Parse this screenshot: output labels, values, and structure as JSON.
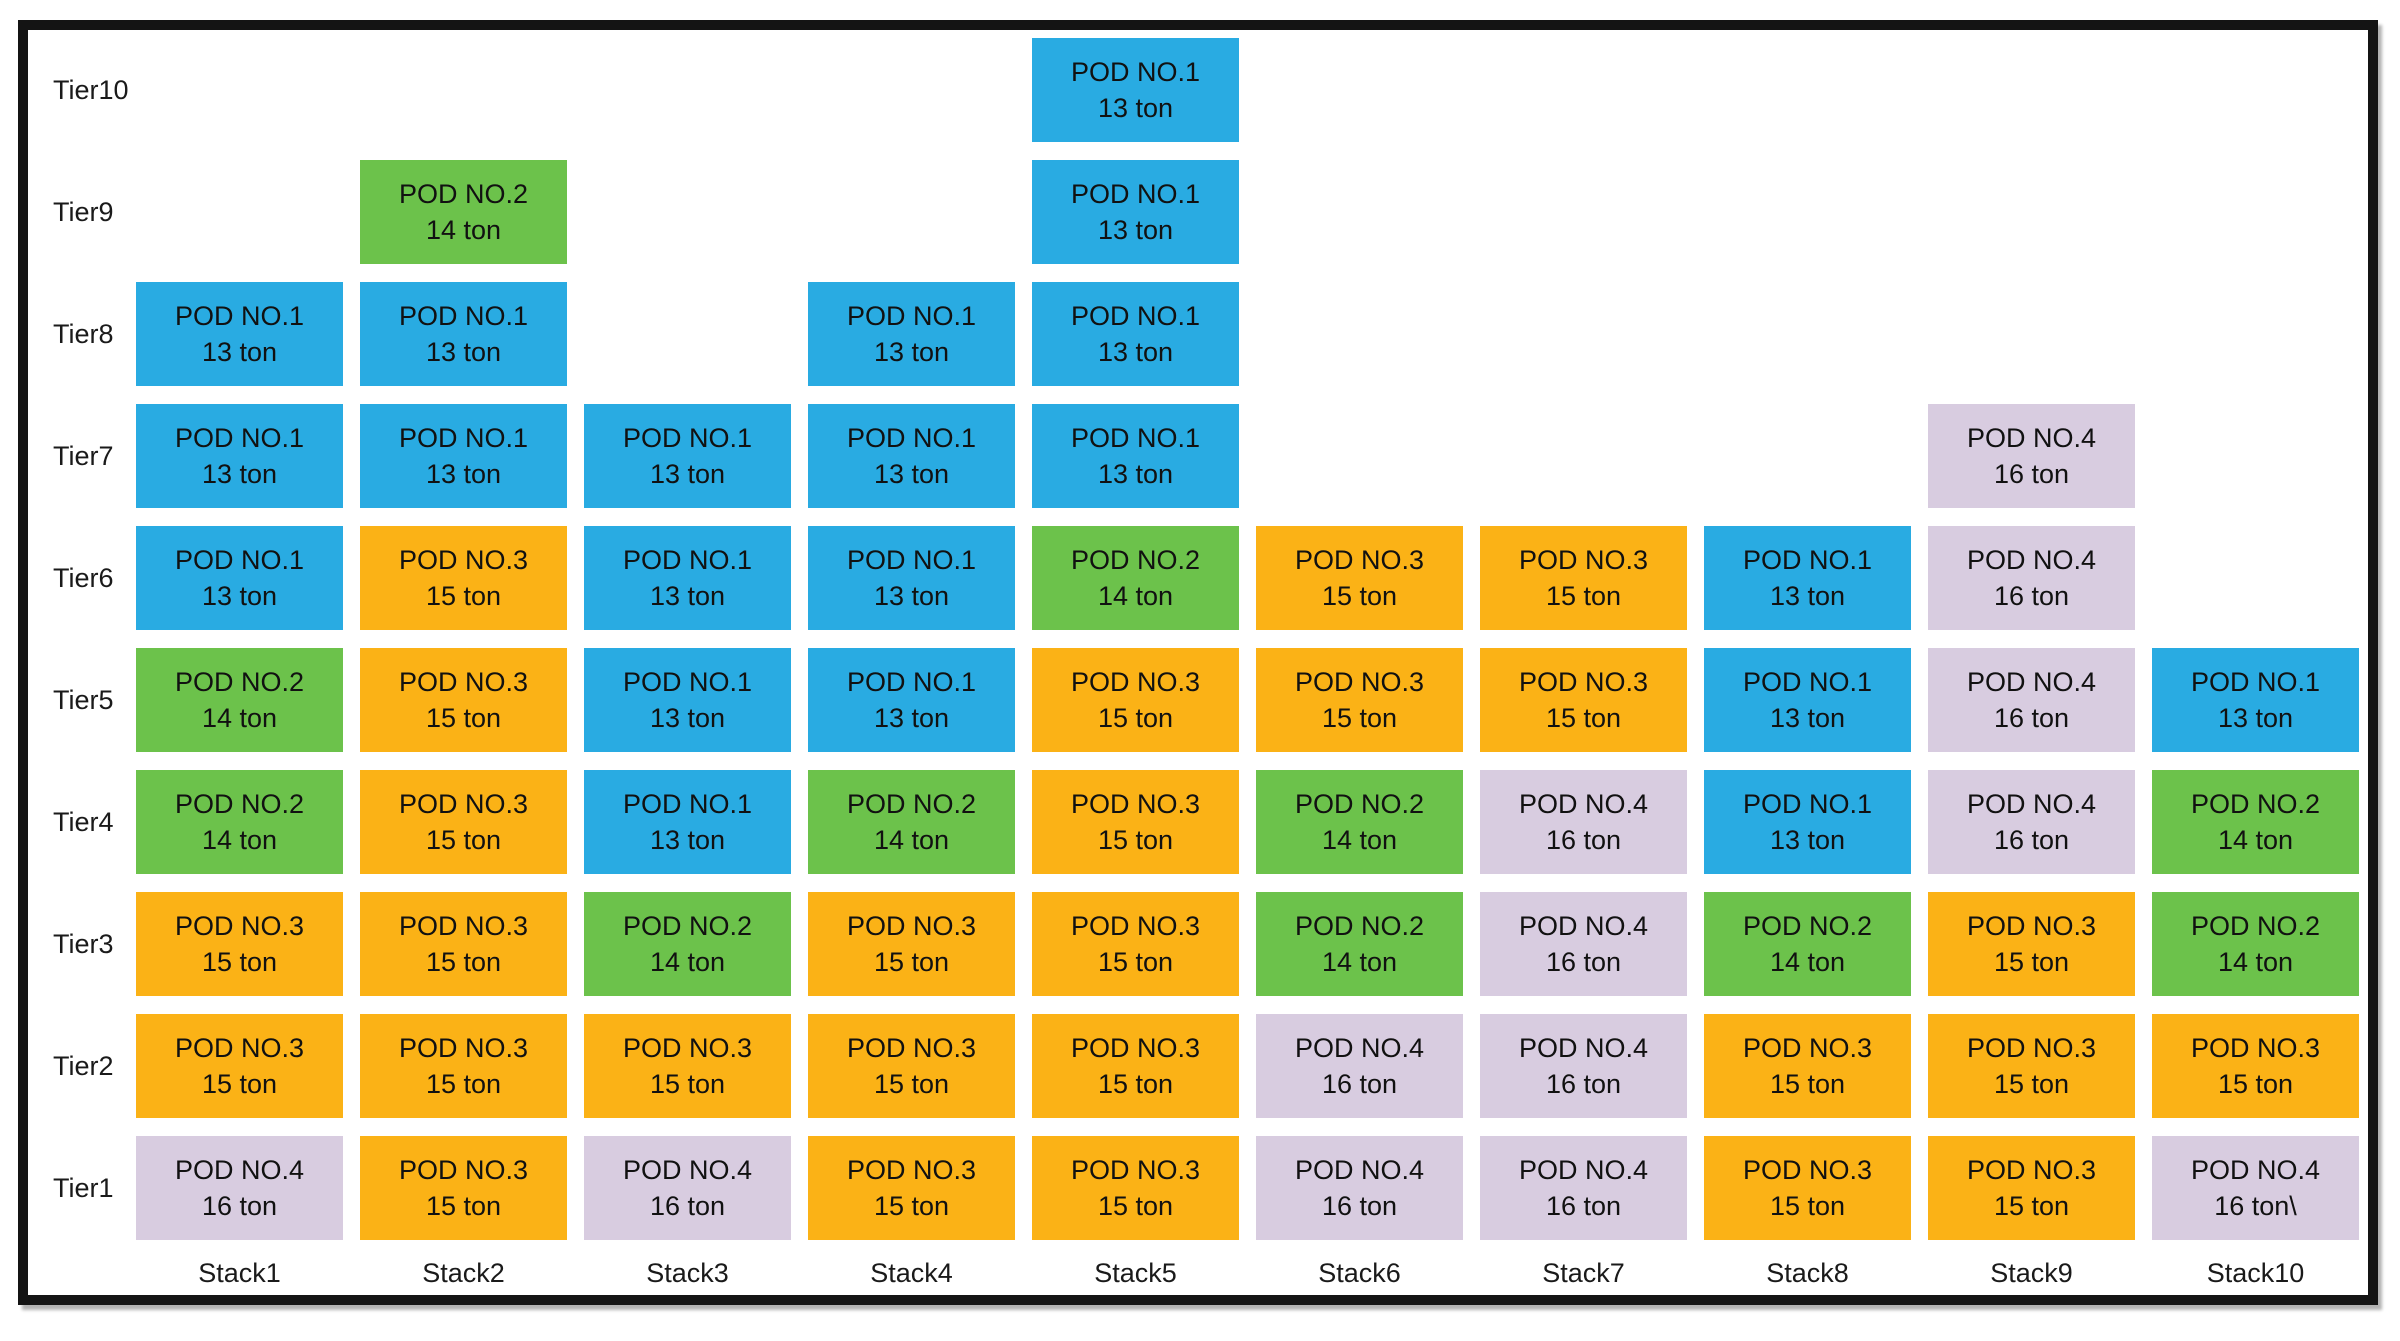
{
  "diagram": {
    "title": "pod-stacking-plan",
    "frame": {
      "border_color": "#141414",
      "background": "#ffffff"
    },
    "text_color": "#1a1a1a",
    "tier_labels": [
      "Tier10",
      "Tier9",
      "Tier8",
      "Tier7",
      "Tier6",
      "Tier5",
      "Tier4",
      "Tier3",
      "Tier2",
      "Tier1"
    ],
    "stack_labels": [
      "Stack1",
      "Stack2",
      "Stack3",
      "Stack4",
      "Stack5",
      "Stack6",
      "Stack7",
      "Stack8",
      "Stack9",
      "Stack10"
    ],
    "pod_types": {
      "p1": {
        "name": "POD NO.1",
        "weight": "13 ton",
        "color": "#29ABE2"
      },
      "p2": {
        "name": "POD NO.2",
        "weight": "14 ton",
        "color": "#6CC24B"
      },
      "p3": {
        "name": "POD NO.3",
        "weight": "15 ton",
        "color": "#FBB216"
      },
      "p4": {
        "name": "POD NO.4",
        "weight": "16 ton",
        "color": "#D8CCE0"
      }
    },
    "rows": [
      {
        "tier": "Tier10",
        "cells": [
          null,
          null,
          null,
          null,
          "p1",
          null,
          null,
          null,
          null,
          null
        ]
      },
      {
        "tier": "Tier9",
        "cells": [
          null,
          "p2",
          null,
          null,
          "p1",
          null,
          null,
          null,
          null,
          null
        ]
      },
      {
        "tier": "Tier8",
        "cells": [
          "p1",
          "p1",
          null,
          "p1",
          "p1",
          null,
          null,
          null,
          null,
          null
        ]
      },
      {
        "tier": "Tier7",
        "cells": [
          "p1",
          "p1",
          "p1",
          "p1",
          "p1",
          null,
          null,
          null,
          "p4",
          null
        ]
      },
      {
        "tier": "Tier6",
        "cells": [
          "p1",
          "p3",
          "p1",
          "p1",
          "p2",
          "p3",
          "p3",
          "p1",
          "p4",
          null
        ]
      },
      {
        "tier": "Tier5",
        "cells": [
          "p2",
          "p3",
          "p1",
          "p1",
          "p3",
          "p3",
          "p3",
          "p1",
          "p4",
          "p1"
        ]
      },
      {
        "tier": "Tier4",
        "cells": [
          "p2",
          "p3",
          "p1",
          "p2",
          "p3",
          "p2",
          "p4",
          "p1",
          "p4",
          "p2"
        ]
      },
      {
        "tier": "Tier3",
        "cells": [
          "p3",
          "p3",
          "p2",
          "p3",
          "p3",
          "p2",
          "p4",
          "p2",
          "p3",
          "p2"
        ]
      },
      {
        "tier": "Tier2",
        "cells": [
          "p3",
          "p3",
          "p3",
          "p3",
          "p3",
          "p4",
          "p4",
          "p3",
          "p3",
          "p3"
        ]
      },
      {
        "tier": "Tier1",
        "cells": [
          "p4",
          "p3",
          "p4",
          "p3",
          "p3",
          "p4",
          "p4",
          "p3",
          "p3",
          "p4"
        ]
      }
    ],
    "cell_overrides": [
      {
        "tier": "Tier1",
        "stack_index": 9,
        "weight": "16 ton\\"
      }
    ]
  }
}
